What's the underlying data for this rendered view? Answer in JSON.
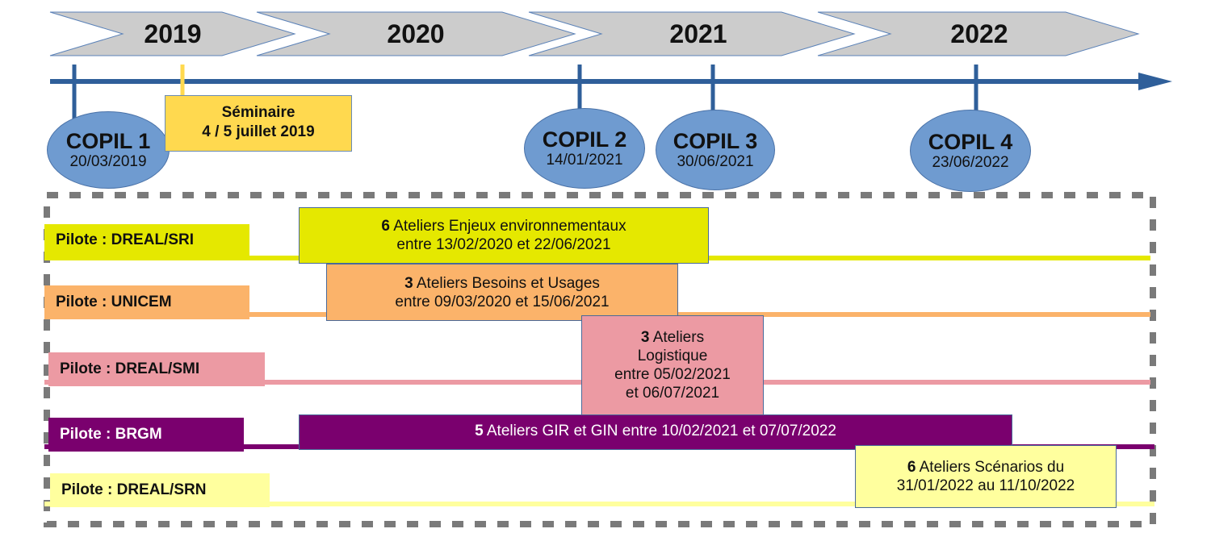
{
  "years": [
    "2019",
    "2020",
    "2021",
    "2022"
  ],
  "colors": {
    "axis": "#2f5f9a",
    "chevron_fill": "#cccccc",
    "copil_fill": "#6f9bd0",
    "seminaire_fill": "#ffd94f",
    "frame_dash": "#7a7a7a"
  },
  "copils": [
    {
      "title": "COPIL 1",
      "date": "20/03/2019"
    },
    {
      "title": "COPIL 2",
      "date": "14/01/2021"
    },
    {
      "title": "COPIL 3",
      "date": "30/06/2021"
    },
    {
      "title": "COPIL 4",
      "date": "23/06/2022"
    }
  ],
  "seminaire": {
    "title": "Séminaire",
    "date": "4 / 5 juillet 2019"
  },
  "lanes": [
    {
      "pilot": "Pilote : DREAL/SRI",
      "color": "#e5e800",
      "text_color": "#111111",
      "atelier": {
        "count": "6",
        "title": "Ateliers Enjeux environnementaux",
        "dates": "entre 13/02/2020 et 22/06/2021"
      }
    },
    {
      "pilot": "Pilote : UNICEM",
      "color": "#fbb36a",
      "text_color": "#111111",
      "atelier": {
        "count": "3",
        "title": "Ateliers Besoins et Usages",
        "dates": "entre 09/03/2020 et 15/06/2021"
      }
    },
    {
      "pilot": "Pilote : DREAL/SMI",
      "color": "#ec9aa3",
      "text_color": "#111111",
      "atelier": {
        "count": "3",
        "title": "Ateliers",
        "title2": "Logistique",
        "dates": "entre 05/02/2021",
        "dates2": "et 06/07/2021"
      }
    },
    {
      "pilot": "Pilote : BRGM",
      "color": "#7a006e",
      "text_color": "#ffffff",
      "atelier": {
        "count": "5",
        "title": "Ateliers GIR et GIN entre 10/02/2021 et 07/07/2022"
      }
    },
    {
      "pilot": "Pilote : DREAL/SRN",
      "color": "#ffff9e",
      "text_color": "#111111",
      "atelier": {
        "count": "6",
        "title": "Ateliers Scénarios du",
        "dates": "31/01/2022 au 11/10/2022"
      }
    }
  ]
}
